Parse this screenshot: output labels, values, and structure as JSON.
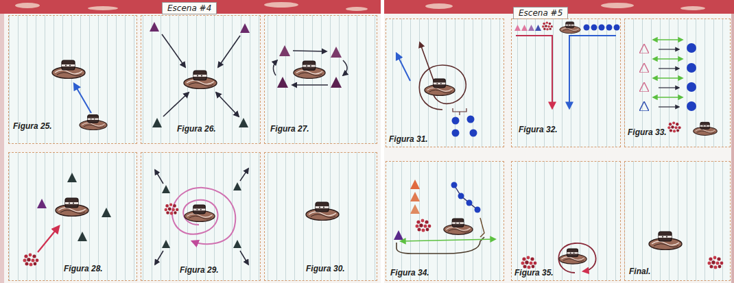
{
  "diagram": {
    "nodes": [
      {
        "text": [
          "Escena #4"
        ]
      },
      {
        "text": [
          "Figura 25."
        ],
        "in": 0
      },
      {
        "text": [
          "Figura 26."
        ],
        "in": 0
      },
      {
        "text": [
          "Figura 27."
        ],
        "in": 0
      },
      {
        "text": [
          "Figura 28."
        ],
        "in": 0
      },
      {
        "text": [
          "Figura 29."
        ],
        "in": 0
      },
      {
        "text": [
          "Figura 30."
        ],
        "in": 0
      },
      {
        "text": [
          "Escena #5"
        ]
      },
      {
        "text": [
          "Figura 31."
        ],
        "in": 7
      },
      {
        "text": [
          "Figura 32."
        ],
        "in": 7
      },
      {
        "text": [
          "Figura 33."
        ],
        "in": 7
      },
      {
        "text": [
          "Figura 34."
        ],
        "in": 7
      },
      {
        "text": [
          "Figura 35."
        ],
        "in": 7
      },
      {
        "text": [
          "Final."
        ],
        "in": 7
      }
    ],
    "edges": []
  }
}
